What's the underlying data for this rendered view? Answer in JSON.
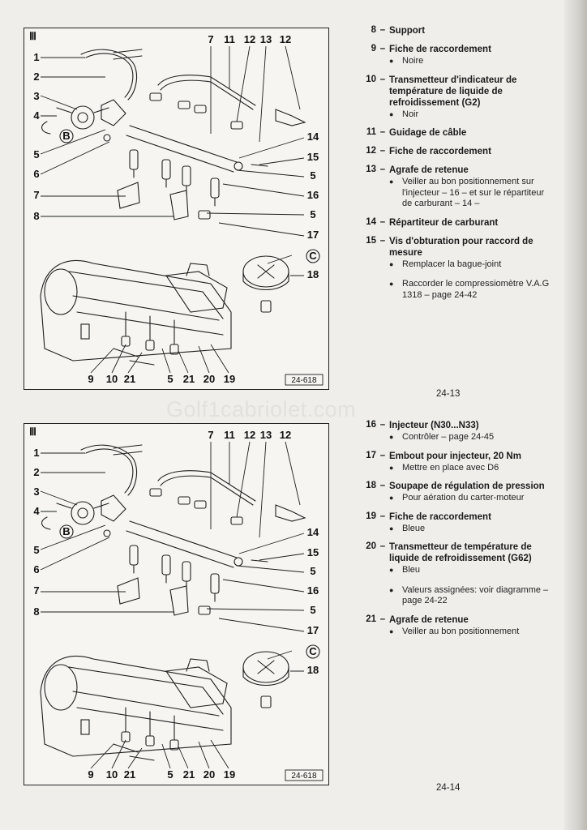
{
  "watermark": "Golf1cabriolet.com",
  "figures": [
    {
      "section_mark": "Ⅲ",
      "ref": "24-618",
      "callouts": {
        "left": [
          "1",
          "2",
          "3",
          "4",
          "B",
          "5",
          "6",
          "7",
          "8"
        ],
        "top": [
          "7",
          "11",
          "12",
          "13",
          "12"
        ],
        "right": [
          "14",
          "15",
          "5",
          "16",
          "5",
          "17",
          "C",
          "18"
        ],
        "bottom": [
          "9",
          "10",
          "21",
          "5",
          "21",
          "20",
          "19"
        ]
      }
    },
    {
      "section_mark": "Ⅲ",
      "ref": "24-618",
      "callouts": {
        "left": [
          "1",
          "2",
          "3",
          "4",
          "B",
          "5",
          "6",
          "7",
          "8"
        ],
        "top": [
          "7",
          "11",
          "12",
          "13",
          "12"
        ],
        "right": [
          "14",
          "15",
          "5",
          "16",
          "5",
          "17",
          "C",
          "18"
        ],
        "bottom": [
          "9",
          "10",
          "21",
          "5",
          "21",
          "20",
          "19"
        ]
      }
    }
  ],
  "legend_top": [
    {
      "num": "8",
      "title": "Support",
      "subs": []
    },
    {
      "num": "9",
      "title": "Fiche de raccordement",
      "subs": [
        "Noire"
      ]
    },
    {
      "num": "10",
      "title": "Transmetteur d'indicateur de température de liquide de refroidissement (G2)",
      "subs": [
        "Noir"
      ]
    },
    {
      "num": "11",
      "title": "Guidage de câble",
      "subs": []
    },
    {
      "num": "12",
      "title": "Fiche de raccordement",
      "subs": []
    },
    {
      "num": "13",
      "title": "Agrafe de retenue",
      "subs": [
        "Veiller au bon positionnement sur l'injecteur – 16 – et sur le répartiteur de carburant – 14 –"
      ]
    },
    {
      "num": "14",
      "title": "Répartiteur de carburant",
      "subs": []
    },
    {
      "num": "15",
      "title": "Vis d'obturation pour raccord de mesure",
      "subs": [
        "Remplacer la bague-joint",
        "Raccorder le compressiomètre V.A.G 1318 – page 24-42"
      ]
    }
  ],
  "legend_bottom": [
    {
      "num": "16",
      "title": "Injecteur (N30...N33)",
      "subs": [
        "Contrôler – page 24-45"
      ]
    },
    {
      "num": "17",
      "title": "Embout pour injecteur, 20 Nm",
      "subs": [
        "Mettre en place avec D6"
      ]
    },
    {
      "num": "18",
      "title": "Soupape de régulation de pression",
      "subs": [
        "Pour aération du carter-moteur"
      ]
    },
    {
      "num": "19",
      "title": "Fiche de raccordement",
      "subs": [
        "Bleue"
      ]
    },
    {
      "num": "20",
      "title": "Transmetteur de température de liquide de refroidissement (G62)",
      "subs": [
        "Bleu",
        "Valeurs assignées: voir diagramme – page 24-22"
      ]
    },
    {
      "num": "21",
      "title": "Agrafe de retenue",
      "subs": [
        "Veiller au bon positionnement"
      ]
    }
  ],
  "page_numbers": {
    "top": "24-13",
    "bottom": "24-14"
  },
  "colors": {
    "ink": "#1a1a1a",
    "paper": "#efeeeb"
  }
}
